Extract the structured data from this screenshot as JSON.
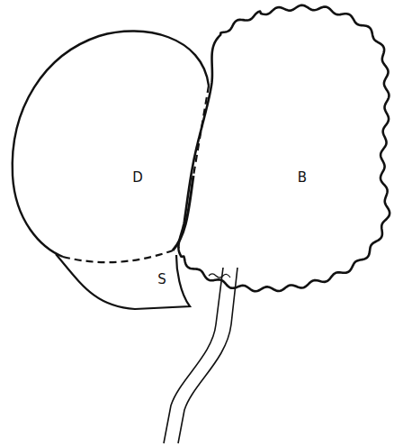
{
  "diagram": {
    "nodes": [
      {
        "text": [
          "D"
        ]
      },
      {
        "text": [
          "B"
        ]
      },
      {
        "text": [
          "S"
        ]
      }
    ]
  }
}
